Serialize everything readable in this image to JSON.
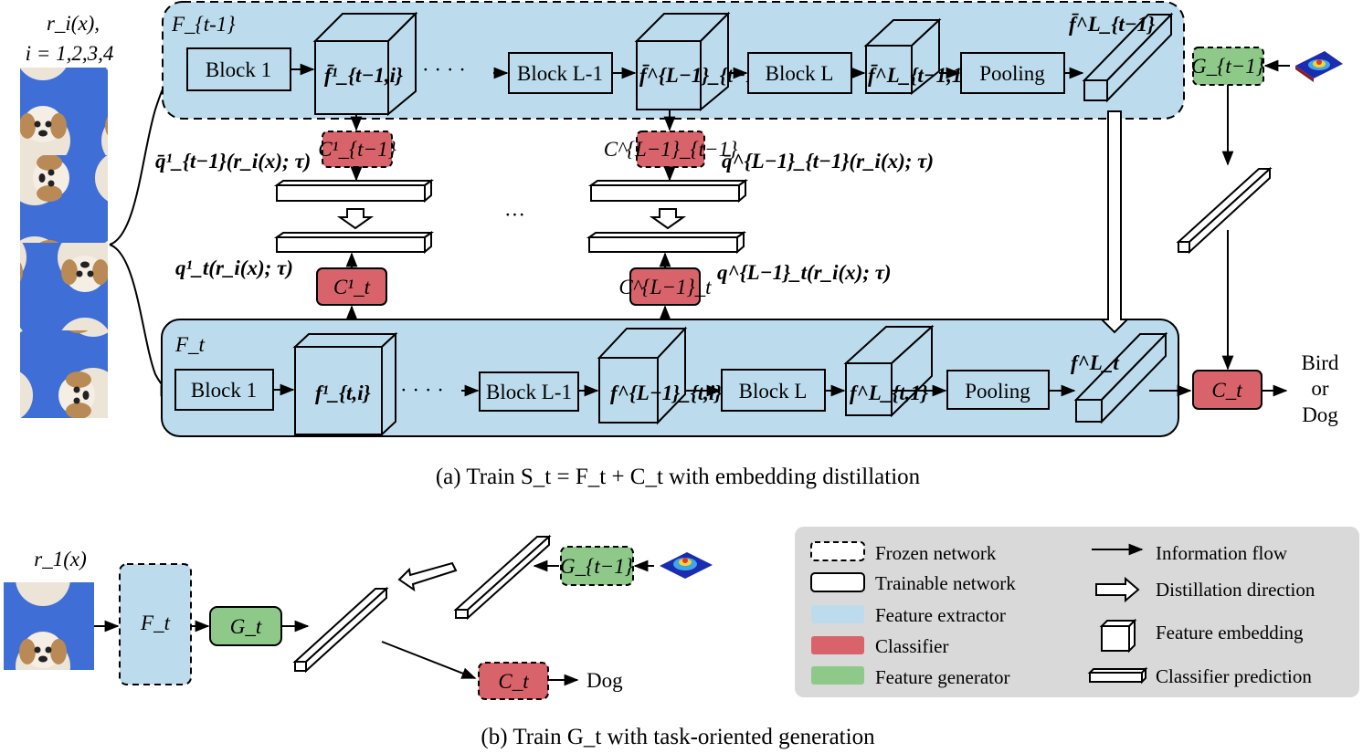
{
  "input": {
    "transform_label": "r_i(x),",
    "index_label": "i = 1,2,3,4"
  },
  "frozen_net": {
    "name": "F_{t-1}",
    "block1": "Block 1",
    "block_l1": "Block L-1",
    "block_l": "Block L",
    "pooling": "Pooling",
    "feat1": "f̄¹_{t−1,i}",
    "feat_l1": "f̄^{L−1}_{t−1,i}",
    "feat_l": "f̄^L_{t−1,1}",
    "emb": "f̄^L_{t−1}"
  },
  "train_net": {
    "name": "F_t",
    "block1": "Block 1",
    "block_l1": "Block L-1",
    "block_l": "Block L",
    "pooling": "Pooling",
    "feat1": "f¹_{t,i}",
    "feat_l1": "f^{L−1}_{t,i}",
    "feat_l": "f^L_{t,1}",
    "emb": "f^L_t"
  },
  "classifiers": {
    "c_old_1": "C¹_{t−1}",
    "c_old_l1": "C^{L−1}_{t−1}",
    "c_new_1": "C¹_t",
    "c_new_l1": "C^{L−1}_t",
    "c_t": "C_t",
    "g_old": "G_{t−1}"
  },
  "predictions": {
    "q_old_1": "q̄¹_{t−1}(r_i(x); τ)",
    "q_old_l1": "q̄^{L−1}_{t−1}(r_i(x); τ)",
    "q_new_1": "q¹_t(r_i(x); τ)",
    "q_new_l1": "q^{L−1}_t(r_i(x); τ)",
    "ellipsis": "···"
  },
  "output_a": [
    "Bird",
    "or",
    "Dog"
  ],
  "caption_a": "(a) Train S_t = F_t + C_t with embedding distillation",
  "part_b": {
    "input_label": "r_1(x)",
    "f_t": "F_t",
    "g_t": "G_t",
    "g_old": "G_{t−1}",
    "c_t": "C_t",
    "output": "Dog"
  },
  "caption_b": "(b) Train G_t with task-oriented generation",
  "legend": {
    "frozen": "Frozen network",
    "trainable": "Trainable  network",
    "feature_extractor": "Feature extractor",
    "classifier": "Classifier",
    "feature_generator": "Feature generator",
    "info_flow": "Information  flow",
    "distill_dir": "Distillation  direction",
    "feature_emb": "Feature embedding",
    "cls_pred": "Classifier prediction"
  },
  "colors": {
    "feature_extractor": "#bcdcee",
    "classifier": "#d9636b",
    "feature_generator": "#8ec98a",
    "legend_bg": "#d9d9d9",
    "dog_bg": "#3f6fd6"
  }
}
